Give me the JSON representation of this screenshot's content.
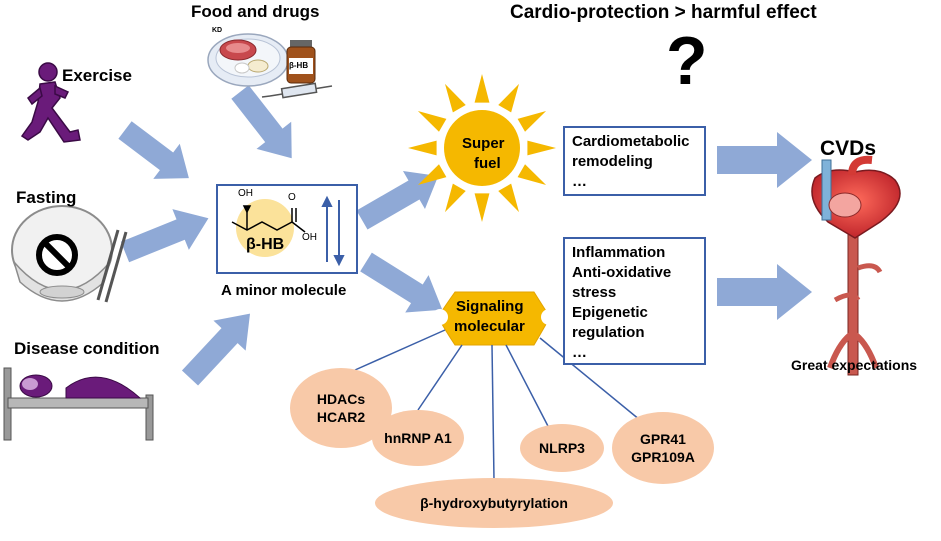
{
  "sources": {
    "food_and_drugs": "Food and drugs",
    "food_kd": "KD",
    "food_bhb": "β-HB",
    "exercise": "Exercise",
    "fasting": "Fasting",
    "disease": "Disease condition"
  },
  "molecule": {
    "oh_top": "OH",
    "o_top": "O",
    "oh_right": "OH",
    "name": "β-HB",
    "caption": "A minor  molecule"
  },
  "header": {
    "title": "Cardio-protection > harmful effect",
    "question": "?"
  },
  "super_fuel": {
    "line1": "Super",
    "line2": "fuel"
  },
  "signaling": {
    "line1": "Signaling",
    "line2": "molecular"
  },
  "cardiometabolic_box": {
    "lines": [
      "Cardiometabolic",
      "remodeling",
      "…"
    ]
  },
  "inflammation_box": {
    "lines": [
      "Inflammation",
      "Anti-oxidative",
      "stress",
      "Epigenetic",
      "regulation",
      "…"
    ]
  },
  "targets": {
    "hdacs": "HDACs",
    "hcar2": "HCAR2",
    "hnrnp": "hnRNP A1",
    "nlrp3": "NLRP3",
    "gpr41": "GPR41",
    "gpr109a": "GPR109A",
    "bhb_ylation": "β-hydroxybutyrylation"
  },
  "outcome": {
    "cvds": "CVDs",
    "great": "Great expectations"
  },
  "colors": {
    "arrow": "#8fa9d6",
    "sun": "#f5b800",
    "signal": "#f5b800",
    "oval": "#f8c9a8",
    "box_border": "#3b5fa8",
    "person": "#6a1b7a",
    "molecule_highlight": "#fbe29a"
  }
}
